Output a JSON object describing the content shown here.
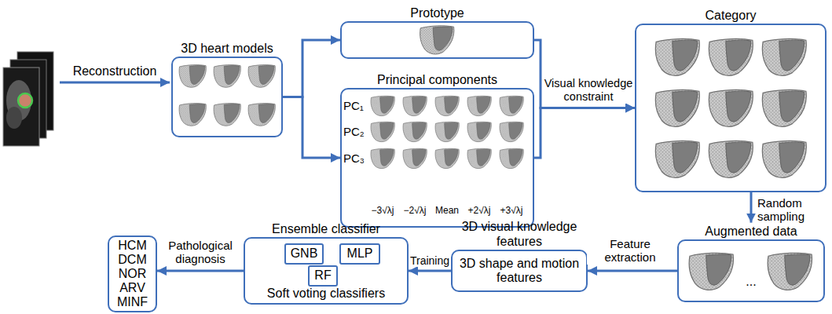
{
  "diagram": {
    "nodes": [
      {
        "text": [
          "3D heart models"
        ]
      },
      {
        "text": [
          "Prototype"
        ]
      },
      {
        "text": [
          "Principal components"
        ]
      },
      {
        "text": [
          "Category"
        ]
      },
      {
        "text": [
          "Augmented data"
        ]
      },
      {
        "text": [
          "3D visual knowledge features",
          "3D shape and motion features"
        ]
      },
      {
        "text": [
          "Ensemble classifier",
          "Soft voting classifiers"
        ]
      },
      {
        "text": [
          "GNB"
        ],
        "in": 6
      },
      {
        "text": [
          "MLP"
        ],
        "in": 6
      },
      {
        "text": [
          "RF"
        ],
        "in": 6
      },
      {
        "text": [
          "HCM",
          "DCM",
          "NOR",
          "ARV",
          "MINF"
        ]
      }
    ],
    "edges": [
      {
        "from": 0,
        "to": 1,
        "arrow": "to"
      },
      {
        "from": 0,
        "to": 2,
        "arrow": "to"
      },
      {
        "from": 1,
        "to": 3,
        "arrow": "to",
        "label": "Visual knowledge constraint"
      },
      {
        "from": 2,
        "to": 3,
        "arrow": "to"
      },
      {
        "from": 3,
        "to": 4,
        "arrow": "to",
        "label": "Random sampling"
      },
      {
        "from": 4,
        "to": 5,
        "arrow": "to",
        "label": "Feature extraction"
      },
      {
        "from": 5,
        "to": 6,
        "arrow": "to",
        "label": "Training"
      },
      {
        "from": 6,
        "to": 10,
        "arrow": "to",
        "label": "Pathological diagnosis"
      }
    ],
    "labels": [
      "Reconstruction",
      "PC₁",
      "PC₂",
      "PC₃",
      "−3√λj",
      "−2√λj",
      "Mean",
      "+2√λj",
      "+3√λj",
      "..."
    ]
  }
}
